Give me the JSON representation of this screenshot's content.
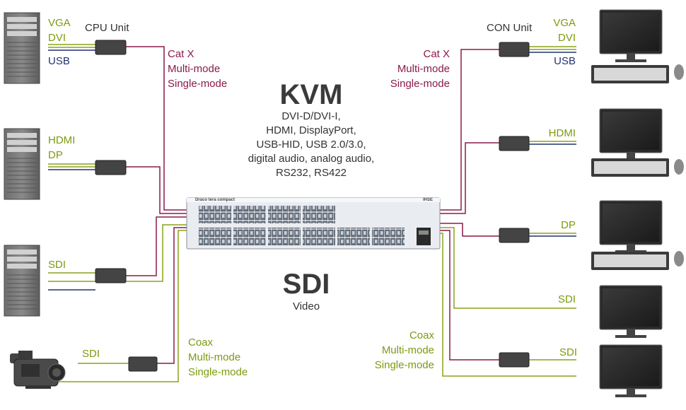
{
  "kvm": {
    "title": "KVM",
    "lines": [
      "DVI-D/DVI-I,",
      "HDMI, DisplayPort,",
      "USB-HID, USB 2.0/3.0,",
      "digital audio, analog audio,",
      "RS232, RS422"
    ]
  },
  "sdi": {
    "title": "SDI",
    "subtitle": "Video"
  },
  "matrix": {
    "brand": "Draco tera compact",
    "mark": "IHSE"
  },
  "left": {
    "cpu_unit_label": "CPU Unit",
    "pc1": {
      "video": [
        "VGA",
        "DVI"
      ],
      "usb": "USB"
    },
    "pc2": {
      "video": [
        "HDMI",
        "DP"
      ]
    },
    "pc3": {
      "video": [
        "SDI"
      ]
    },
    "camera": {
      "video": "SDI"
    },
    "cat_labels": [
      "Cat X",
      "Multi-mode",
      "Single-mode"
    ],
    "coax_labels": [
      "Coax",
      "Multi-mode",
      "Single-mode"
    ]
  },
  "right": {
    "con_unit_label": "CON Unit",
    "ws1": {
      "video": [
        "VGA",
        "DVI"
      ],
      "usb": "USB"
    },
    "ws2": {
      "video": "HDMI"
    },
    "ws3": {
      "video": "DP"
    },
    "mon4": {
      "video": "SDI"
    },
    "mon5": {
      "video": "SDI"
    },
    "cat_labels": [
      "Cat X",
      "Multi-mode",
      "Single-mode"
    ],
    "coax_labels": [
      "Coax",
      "Multi-mode",
      "Single-mode"
    ]
  },
  "colors": {
    "green": "#8aa21a",
    "navy": "#1f3470",
    "maroon": "#8a1a4a",
    "box": "#444444"
  }
}
